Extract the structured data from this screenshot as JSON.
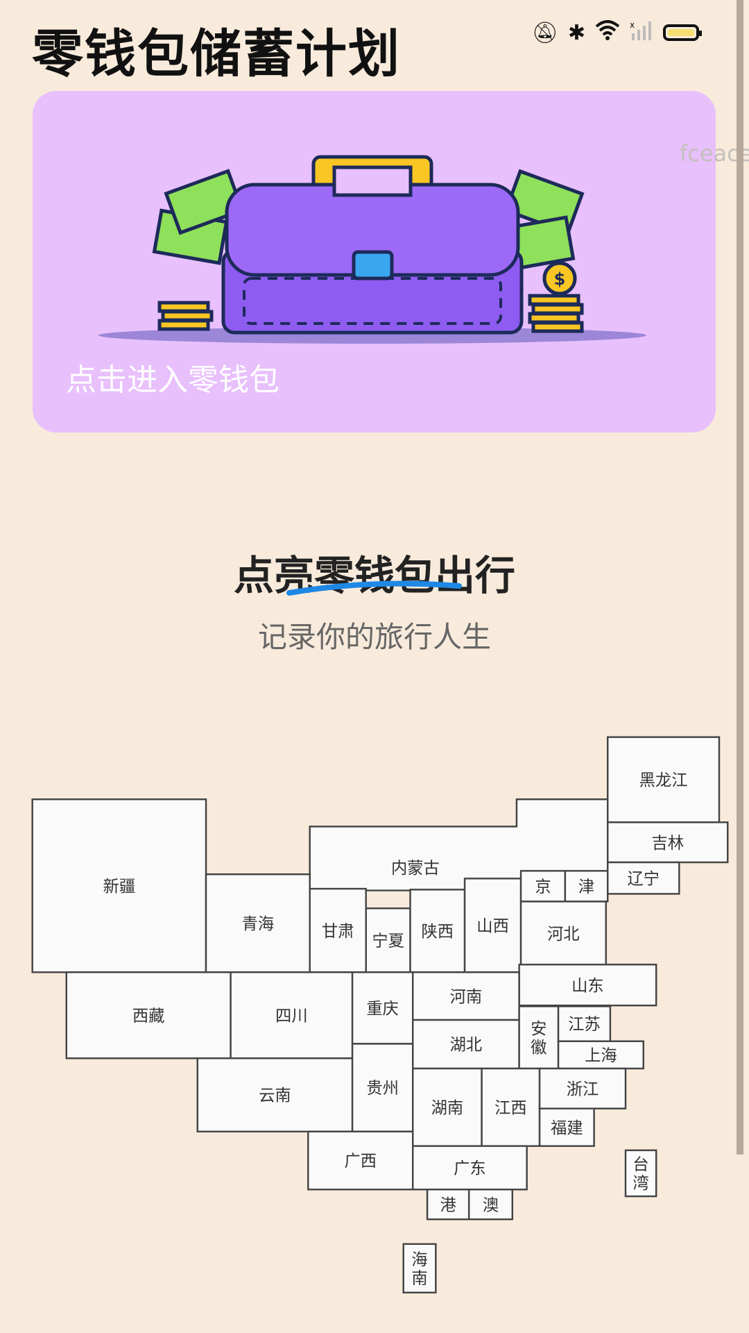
{
  "header": {
    "title": "零钱包储蓄计划"
  },
  "status_bar": {
    "icons": [
      "bell-off-icon",
      "bluetooth-icon",
      "wifi-icon",
      "signal-none-icon",
      "battery-icon"
    ],
    "battery_color": "#f7de72"
  },
  "card": {
    "label": "点击进入零钱包",
    "background": "#e8c0fc",
    "watermark": "fceace"
  },
  "section": {
    "title": "点亮零钱包出行",
    "subtitle": "记录你的旅行人生",
    "underline_color": "#1e88e5"
  },
  "map": {
    "regions": [
      {
        "name": "黑龙江"
      },
      {
        "name": "吉林"
      },
      {
        "name": "辽宁"
      },
      {
        "name": "新疆"
      },
      {
        "name": "内蒙古"
      },
      {
        "name": "青海"
      },
      {
        "name": "甘肃"
      },
      {
        "name": "宁夏"
      },
      {
        "name": "陕西"
      },
      {
        "name": "山西"
      },
      {
        "name": "京"
      },
      {
        "name": "津"
      },
      {
        "name": "河北"
      },
      {
        "name": "山东"
      },
      {
        "name": "西藏"
      },
      {
        "name": "四川"
      },
      {
        "name": "重庆"
      },
      {
        "name": "河南"
      },
      {
        "name": "湖北"
      },
      {
        "name": "安徽"
      },
      {
        "name": "江苏"
      },
      {
        "name": "上海"
      },
      {
        "name": "云南"
      },
      {
        "name": "贵州"
      },
      {
        "name": "湖南"
      },
      {
        "name": "江西"
      },
      {
        "name": "浙江"
      },
      {
        "name": "福建"
      },
      {
        "name": "广西"
      },
      {
        "name": "广东"
      },
      {
        "name": "港"
      },
      {
        "name": "澳"
      },
      {
        "name": "台湾"
      },
      {
        "name": "海南"
      }
    ]
  }
}
